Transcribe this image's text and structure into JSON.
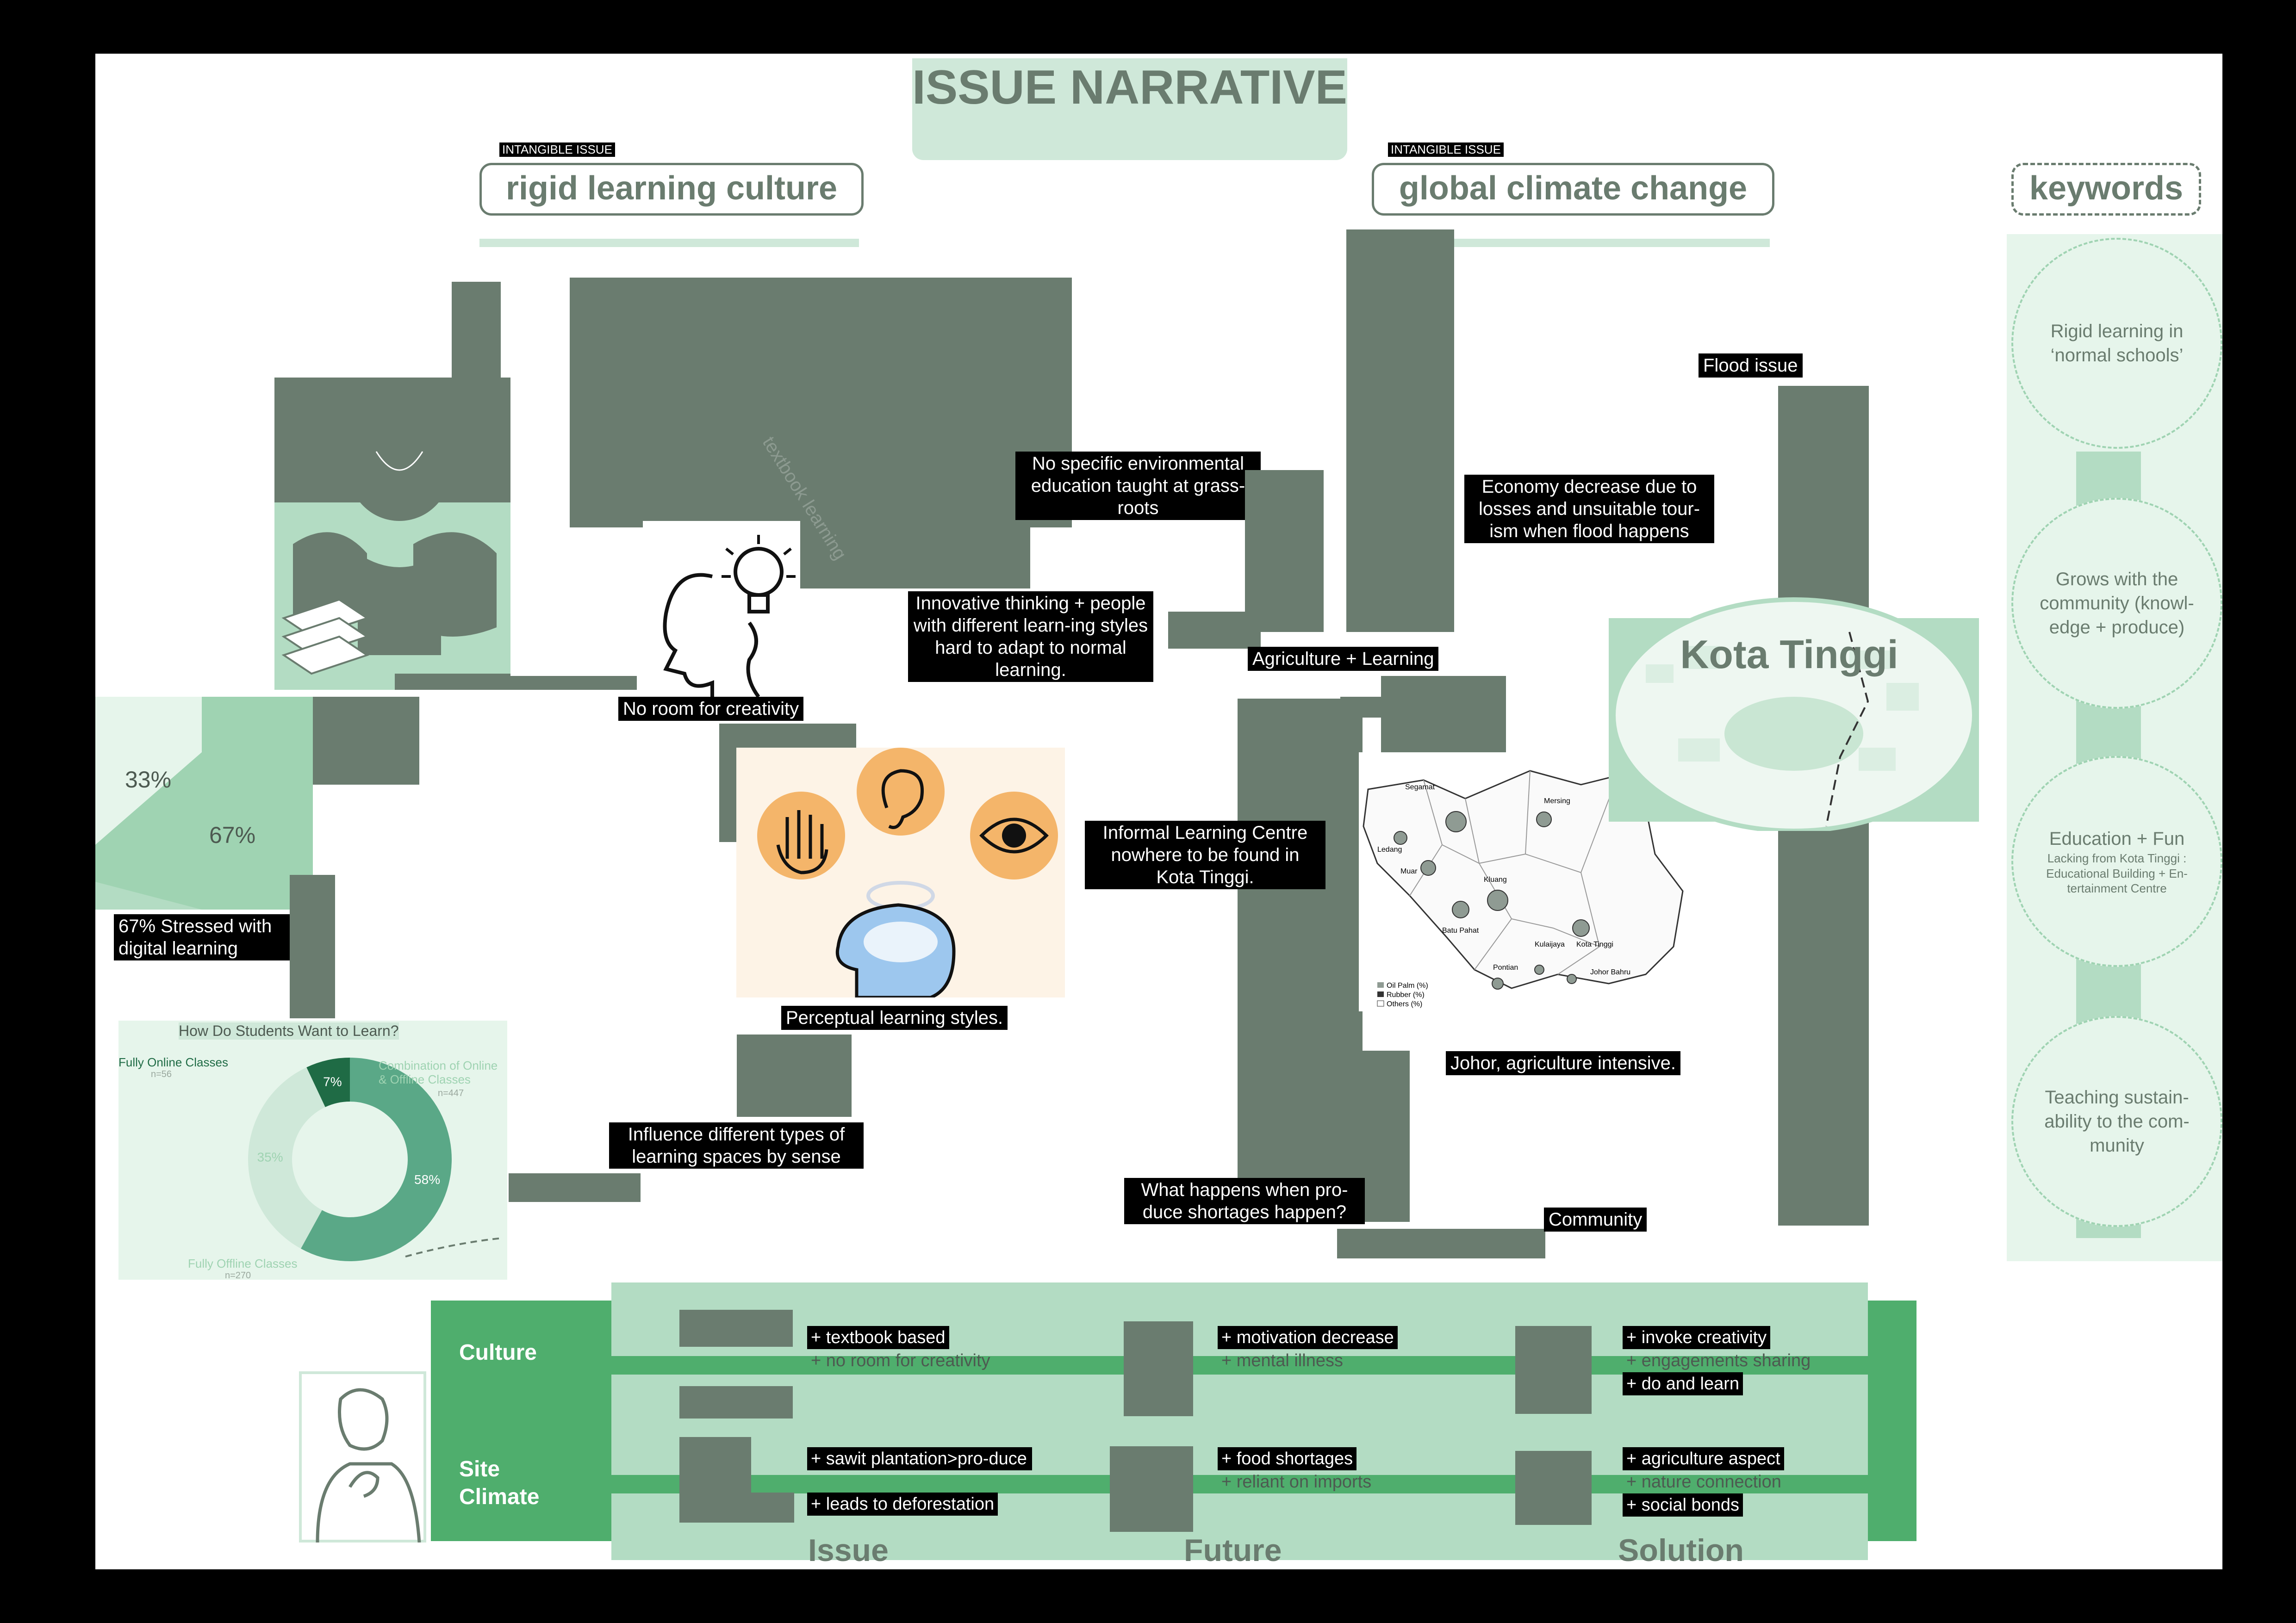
{
  "title": "ISSUE NARRATIVE",
  "left_issue": {
    "tag": "INTANGIBLE ISSUE",
    "title": "rigid learning culture"
  },
  "right_issue": {
    "tag": "INTANGIBLE ISSUE",
    "title": "global climate change"
  },
  "keywords": {
    "title": "keywords",
    "items": [
      {
        "title": "Rigid learning in ‘normal schools’",
        "sub": ""
      },
      {
        "title": "Grows with the community (knowl-edge + produce)",
        "sub": ""
      },
      {
        "title": "Education + Fun",
        "sub": "Lacking from Kota Tinggi : Educational Building + En-tertainment Centre"
      },
      {
        "title": "Teaching sustain-ability to the com-munity",
        "sub": ""
      }
    ]
  },
  "labels": {
    "textbook": "textbook learning",
    "no_env": "No specific environmental education taught at grass-roots",
    "innovative": "Innovative thinking + people with different learn-ing styles hard to adapt to normal learning.",
    "no_room": "No room for creativity",
    "perceptual": "Perceptual learning styles.",
    "influence": "Influence different types of learning spaces by sense",
    "flood": "Flood issue",
    "economy": "Economy decrease due to losses and unsuitable tour-ism   when flood happens",
    "agri_learning": "Agriculture + Learning",
    "informal": "Informal Learning Centre nowhere to be found in Kota Tinggi.",
    "johor": "Johor, agriculture intensive.",
    "shortage": "What happens when pro-duce shortages happen?",
    "community": "Community",
    "kota_tinggi": "Kota Tinggi",
    "stressed": "67% Stressed with digital learning"
  },
  "stress_chart": {
    "values": [
      33,
      67
    ],
    "labels": [
      "33%",
      "67%"
    ]
  },
  "chart_data": {
    "type": "pie",
    "title": "How Do Students Want to Learn?",
    "categories": [
      "Combination of Online & Offline Classes",
      "Fully Offline Classes",
      "Fully Online Classes"
    ],
    "values": [
      58,
      35,
      7
    ],
    "labels": [
      "58%",
      "35%",
      "7%"
    ],
    "counts": [
      "n=447",
      "n=270",
      "n=56"
    ],
    "colors": [
      "#5aa887",
      "#cfe8d9",
      "#1f6b45"
    ]
  },
  "map": {
    "districts": [
      "Segamat",
      "Mersing",
      "Ledang",
      "Muar",
      "Kluang",
      "Batu Pahat",
      "Kota Tinggi",
      "Kulaijaya",
      "Pontian",
      "Johor Bahru"
    ],
    "legend": [
      "Oil Palm (%)",
      "Rubber (%)",
      "Others (%)"
    ]
  },
  "matrix": {
    "rows": [
      "Culture",
      "Site Climate"
    ],
    "columns": [
      "Issue",
      "Future",
      "Solution"
    ],
    "culture": {
      "issue": [
        "+ textbook based",
        "+ no room for creativity"
      ],
      "future": [
        "+ motivation decrease",
        "+ mental illness"
      ],
      "solution": [
        "+ invoke creativity",
        "+ engagements sharing",
        "+ do and learn"
      ]
    },
    "climate": {
      "issue": [
        "+ sawit plantation>pro-duce",
        "+ leads to deforestation"
      ],
      "future": [
        "+ food shortages",
        "+ reliant on imports"
      ],
      "solution": [
        "+ agriculture aspect",
        "+ nature connection",
        "+ social bonds"
      ]
    }
  }
}
